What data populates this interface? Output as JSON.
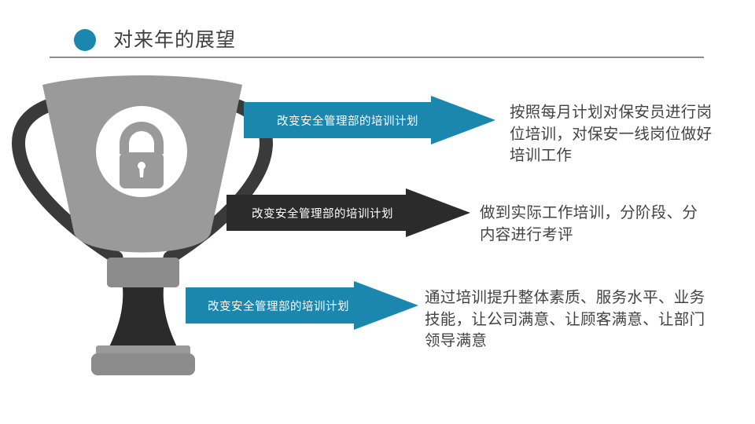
{
  "slide": {
    "title": "对来年的展望",
    "bullet_icon": "filled-circle-icon",
    "accent_color": "#1b86ae",
    "dark_color": "#2b2b2b",
    "gray_color": "#9a9a9a",
    "background_color": "#ffffff",
    "text_color": "#434343"
  },
  "graphic": {
    "name": "trophy-with-lock",
    "badge_icon": "lock-icon",
    "cup_color": "#9a9a9a",
    "stem_color": "#2b2b2b",
    "handle_color": "#3a3a3a"
  },
  "items": [
    {
      "arrow_label": "改变安全管理部的培训计划",
      "arrow_color": "#1b86ae",
      "arrow_text_color": "#ffffff",
      "body": "按照每月计划对保安员进行岗位培训，对保安一线岗位做好培训工作"
    },
    {
      "arrow_label": "改变安全管理部的培训计划",
      "arrow_color": "#2b2b2b",
      "arrow_text_color": "#ffffff",
      "body": "做到实际工作培训，分阶段、分内容进行考评"
    },
    {
      "arrow_label": "改变安全管理部的培训计划",
      "arrow_color": "#1b86ae",
      "arrow_text_color": "#ffffff",
      "body": "通过培训提升整体素质、服务水平、业务技能，让公司满意、让顾客满意、让部门领导满意"
    }
  ]
}
